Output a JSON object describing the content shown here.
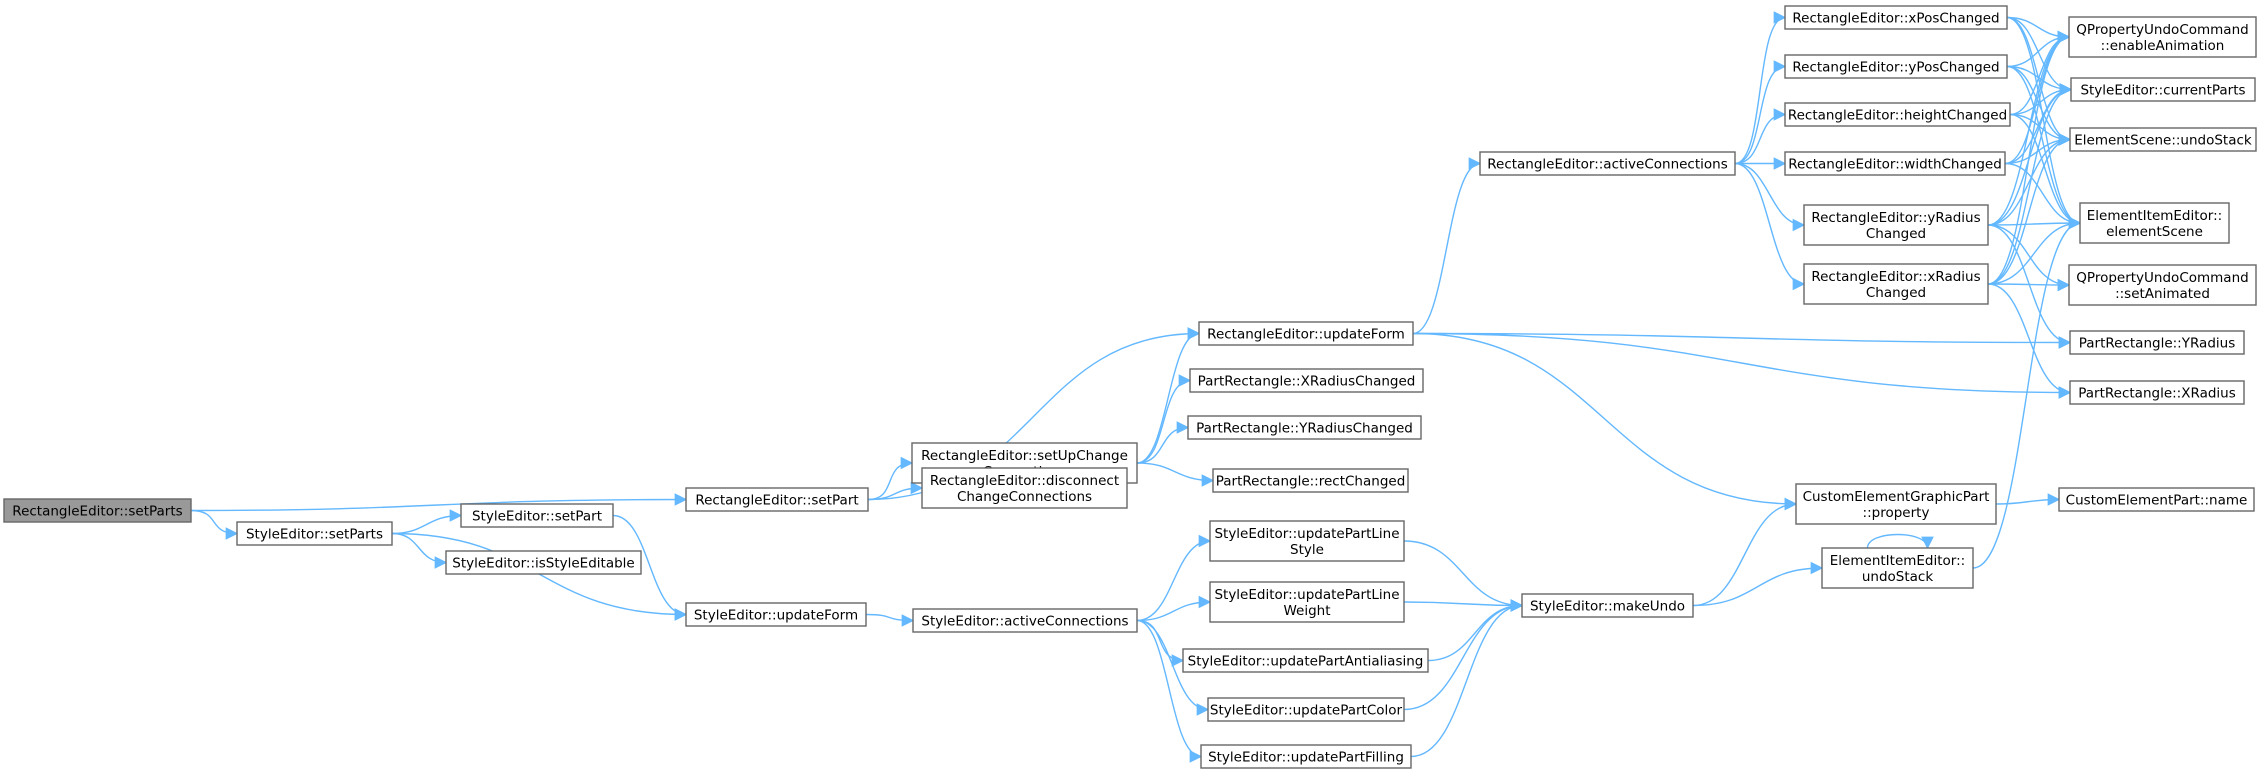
{
  "graph": {
    "edge_color": "#63b8ff",
    "root_fill": "#999999",
    "node_stroke": "#666666",
    "nodes": [
      {
        "id": "n_root",
        "lines": [
          "RectangleEditor::setParts"
        ],
        "root": true
      },
      {
        "id": "n_se_setParts",
        "lines": [
          "StyleEditor::setParts"
        ]
      },
      {
        "id": "n_re_setPart",
        "lines": [
          "RectangleEditor::setPart"
        ]
      },
      {
        "id": "n_se_setPart",
        "lines": [
          "StyleEditor::setPart"
        ]
      },
      {
        "id": "n_se_isStyleEditable",
        "lines": [
          "StyleEditor::isStyleEditable"
        ]
      },
      {
        "id": "n_se_updateForm",
        "lines": [
          "StyleEditor::updateForm"
        ]
      },
      {
        "id": "n_re_updateForm",
        "lines": [
          "RectangleEditor::updateForm"
        ]
      },
      {
        "id": "n_re_setUpChange",
        "lines": [
          "RectangleEditor::setUpChange",
          "Connections"
        ]
      },
      {
        "id": "n_re_disconnect",
        "lines": [
          "RectangleEditor::disconnect",
          "ChangeConnections"
        ]
      },
      {
        "id": "n_se_activeConnections",
        "lines": [
          "StyleEditor::activeConnections"
        ]
      },
      {
        "id": "n_pr_XRadiusChanged",
        "lines": [
          "PartRectangle::XRadiusChanged"
        ]
      },
      {
        "id": "n_pr_YRadiusChanged",
        "lines": [
          "PartRectangle::YRadiusChanged"
        ]
      },
      {
        "id": "n_pr_rectChanged",
        "lines": [
          "PartRectangle::rectChanged"
        ]
      },
      {
        "id": "n_se_updLineStyle",
        "lines": [
          "StyleEditor::updatePartLine",
          "Style"
        ]
      },
      {
        "id": "n_se_updLineWeight",
        "lines": [
          "StyleEditor::updatePartLine",
          "Weight"
        ]
      },
      {
        "id": "n_se_updAntialiasing",
        "lines": [
          "StyleEditor::updatePartAntialiasing"
        ]
      },
      {
        "id": "n_se_updColor",
        "lines": [
          "StyleEditor::updatePartColor"
        ]
      },
      {
        "id": "n_se_updFilling",
        "lines": [
          "StyleEditor::updatePartFilling"
        ]
      },
      {
        "id": "n_re_activeConnections",
        "lines": [
          "RectangleEditor::activeConnections"
        ]
      },
      {
        "id": "n_se_makeUndo",
        "lines": [
          "StyleEditor::makeUndo"
        ]
      },
      {
        "id": "n_re_xPosChanged",
        "lines": [
          "RectangleEditor::xPosChanged"
        ]
      },
      {
        "id": "n_re_yPosChanged",
        "lines": [
          "RectangleEditor::yPosChanged"
        ]
      },
      {
        "id": "n_re_heightChanged",
        "lines": [
          "RectangleEditor::heightChanged"
        ]
      },
      {
        "id": "n_re_widthChanged",
        "lines": [
          "RectangleEditor::widthChanged"
        ]
      },
      {
        "id": "n_re_yRadiusChanged",
        "lines": [
          "RectangleEditor::yRadius",
          "Changed"
        ]
      },
      {
        "id": "n_re_xRadiusChanged",
        "lines": [
          "RectangleEditor::xRadius",
          "Changed"
        ]
      },
      {
        "id": "n_cegp_property",
        "lines": [
          "CustomElementGraphicPart",
          "::property"
        ]
      },
      {
        "id": "n_eie_undoStack",
        "lines": [
          "ElementItemEditor::",
          "undoStack"
        ]
      },
      {
        "id": "n_qpuc_enableAnimation",
        "lines": [
          "QPropertyUndoCommand",
          "::enableAnimation"
        ]
      },
      {
        "id": "n_se_currentParts",
        "lines": [
          "StyleEditor::currentParts"
        ]
      },
      {
        "id": "n_es_undoStack",
        "lines": [
          "ElementScene::undoStack"
        ]
      },
      {
        "id": "n_eie_elementScene",
        "lines": [
          "ElementItemEditor::",
          "elementScene"
        ]
      },
      {
        "id": "n_qpuc_setAnimated",
        "lines": [
          "QPropertyUndoCommand",
          "::setAnimated"
        ]
      },
      {
        "id": "n_pr_YRadius",
        "lines": [
          "PartRectangle::YRadius"
        ]
      },
      {
        "id": "n_pr_XRadius",
        "lines": [
          "PartRectangle::XRadius"
        ]
      },
      {
        "id": "n_cep_name",
        "lines": [
          "CustomElementPart::name"
        ]
      }
    ],
    "edges": [
      [
        "n_root",
        "n_re_setPart"
      ],
      [
        "n_root",
        "n_se_setParts"
      ],
      [
        "n_se_setParts",
        "n_se_setPart"
      ],
      [
        "n_se_setParts",
        "n_se_isStyleEditable"
      ],
      [
        "n_se_setParts",
        "n_se_updateForm"
      ],
      [
        "n_se_setPart",
        "n_se_updateForm"
      ],
      [
        "n_re_setPart",
        "n_re_updateForm"
      ],
      [
        "n_re_setPart",
        "n_re_setUpChange"
      ],
      [
        "n_re_setPart",
        "n_re_disconnect"
      ],
      [
        "n_re_setUpChange",
        "n_re_updateForm"
      ],
      [
        "n_re_setUpChange",
        "n_pr_XRadiusChanged"
      ],
      [
        "n_re_setUpChange",
        "n_pr_YRadiusChanged"
      ],
      [
        "n_re_setUpChange",
        "n_pr_rectChanged"
      ],
      [
        "n_se_updateForm",
        "n_se_activeConnections"
      ],
      [
        "n_se_activeConnections",
        "n_se_updLineStyle"
      ],
      [
        "n_se_activeConnections",
        "n_se_updLineWeight"
      ],
      [
        "n_se_activeConnections",
        "n_se_updAntialiasing"
      ],
      [
        "n_se_activeConnections",
        "n_se_updColor"
      ],
      [
        "n_se_activeConnections",
        "n_se_updFilling"
      ],
      [
        "n_se_updLineStyle",
        "n_se_makeUndo"
      ],
      [
        "n_se_updLineWeight",
        "n_se_makeUndo"
      ],
      [
        "n_se_updAntialiasing",
        "n_se_makeUndo"
      ],
      [
        "n_se_updColor",
        "n_se_makeUndo"
      ],
      [
        "n_se_updFilling",
        "n_se_makeUndo"
      ],
      [
        "n_re_updateForm",
        "n_re_activeConnections"
      ],
      [
        "n_re_updateForm",
        "n_pr_YRadius"
      ],
      [
        "n_re_updateForm",
        "n_pr_XRadius"
      ],
      [
        "n_re_updateForm",
        "n_cegp_property"
      ],
      [
        "n_se_makeUndo",
        "n_cegp_property"
      ],
      [
        "n_se_makeUndo",
        "n_eie_undoStack"
      ],
      [
        "n_eie_undoStack",
        "n_eie_elementScene"
      ],
      [
        "n_eie_undoStack",
        "n_eie_undoStack"
      ],
      [
        "n_cegp_property",
        "n_cep_name"
      ],
      [
        "n_re_activeConnections",
        "n_re_xPosChanged"
      ],
      [
        "n_re_activeConnections",
        "n_re_yPosChanged"
      ],
      [
        "n_re_activeConnections",
        "n_re_heightChanged"
      ],
      [
        "n_re_activeConnections",
        "n_re_widthChanged"
      ],
      [
        "n_re_activeConnections",
        "n_re_yRadiusChanged"
      ],
      [
        "n_re_activeConnections",
        "n_re_xRadiusChanged"
      ],
      [
        "n_re_xPosChanged",
        "n_qpuc_enableAnimation"
      ],
      [
        "n_re_xPosChanged",
        "n_se_currentParts"
      ],
      [
        "n_re_xPosChanged",
        "n_es_undoStack"
      ],
      [
        "n_re_xPosChanged",
        "n_eie_elementScene"
      ],
      [
        "n_re_yPosChanged",
        "n_qpuc_enableAnimation"
      ],
      [
        "n_re_yPosChanged",
        "n_se_currentParts"
      ],
      [
        "n_re_yPosChanged",
        "n_es_undoStack"
      ],
      [
        "n_re_yPosChanged",
        "n_eie_elementScene"
      ],
      [
        "n_re_heightChanged",
        "n_qpuc_enableAnimation"
      ],
      [
        "n_re_heightChanged",
        "n_se_currentParts"
      ],
      [
        "n_re_heightChanged",
        "n_es_undoStack"
      ],
      [
        "n_re_heightChanged",
        "n_eie_elementScene"
      ],
      [
        "n_re_widthChanged",
        "n_qpuc_enableAnimation"
      ],
      [
        "n_re_widthChanged",
        "n_se_currentParts"
      ],
      [
        "n_re_widthChanged",
        "n_es_undoStack"
      ],
      [
        "n_re_widthChanged",
        "n_eie_elementScene"
      ],
      [
        "n_re_yRadiusChanged",
        "n_qpuc_enableAnimation"
      ],
      [
        "n_re_yRadiusChanged",
        "n_se_currentParts"
      ],
      [
        "n_re_yRadiusChanged",
        "n_es_undoStack"
      ],
      [
        "n_re_yRadiusChanged",
        "n_eie_elementScene"
      ],
      [
        "n_re_yRadiusChanged",
        "n_qpuc_setAnimated"
      ],
      [
        "n_re_yRadiusChanged",
        "n_pr_YRadius"
      ],
      [
        "n_re_xRadiusChanged",
        "n_qpuc_enableAnimation"
      ],
      [
        "n_re_xRadiusChanged",
        "n_se_currentParts"
      ],
      [
        "n_re_xRadiusChanged",
        "n_es_undoStack"
      ],
      [
        "n_re_xRadiusChanged",
        "n_eie_elementScene"
      ],
      [
        "n_re_xRadiusChanged",
        "n_qpuc_setAnimated"
      ],
      [
        "n_re_xRadiusChanged",
        "n_pr_XRadius"
      ]
    ]
  }
}
